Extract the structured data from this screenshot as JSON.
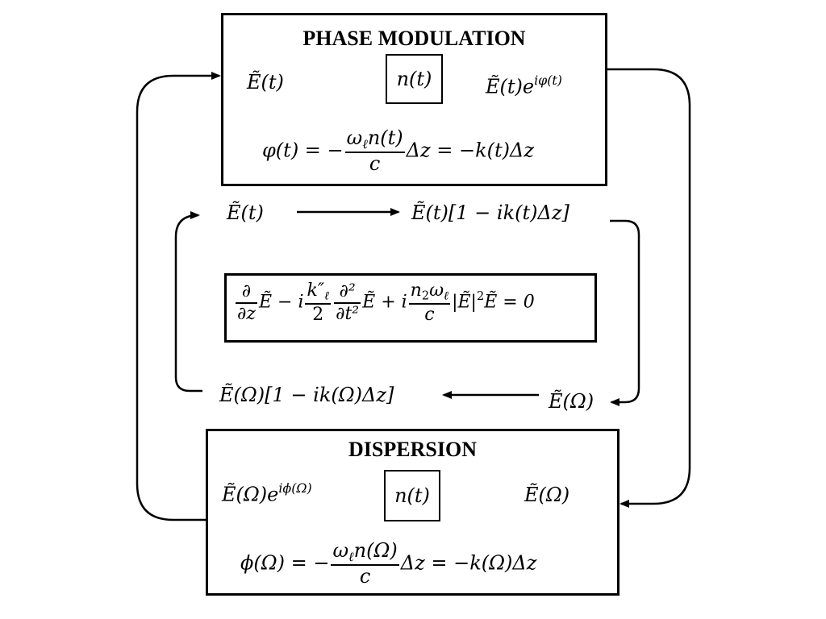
{
  "phase_modulation": {
    "title": "PHASE MODULATION",
    "input": "Ẽ(t)",
    "medium": "n(t)",
    "output_base": "Ẽ(t)e",
    "output_exp": "iφ(t)",
    "eq_lhs": "φ(t) = −",
    "eq_num": "ω",
    "eq_num_sub": "ℓ",
    "eq_num_rest": "n(t)",
    "eq_den": "c",
    "eq_rhs": "Δz = −k(t)Δz"
  },
  "propagation": {
    "top_left": "Ẽ(t)",
    "top_right": "Ẽ(t)[1 − ik(t)Δz]",
    "bottom_right": "Ẽ(Ω)",
    "bottom_left": "Ẽ(Ω)[1 − ik(Ω)Δz]",
    "nlse": {
      "d1_num": "∂",
      "d1_den": "∂z",
      "term1": "Ẽ − i",
      "k_num": "k″",
      "k_num_sub": "ℓ",
      "k_den": "2",
      "d2_num": "∂²",
      "d2_den": "∂t²",
      "term2": "Ẽ + i",
      "n_num": "n",
      "n_num_sub": "2",
      "n_num_rest": "ω",
      "n_num_sub2": "ℓ",
      "n_den": "c",
      "abs": "|Ẽ|",
      "abs_pow": "2",
      "term3": "Ẽ = 0"
    }
  },
  "dispersion": {
    "title": "DISPERSION",
    "output_base": "Ẽ(Ω)e",
    "output_exp": "iϕ(Ω)",
    "medium": "n(t)",
    "input": "Ẽ(Ω)",
    "eq_lhs": "ϕ(Ω) = −",
    "eq_num": "ω",
    "eq_num_sub": "ℓ",
    "eq_num_rest": "n(Ω)",
    "eq_den": "c",
    "eq_rhs": "Δz = −k(Ω)Δz"
  }
}
